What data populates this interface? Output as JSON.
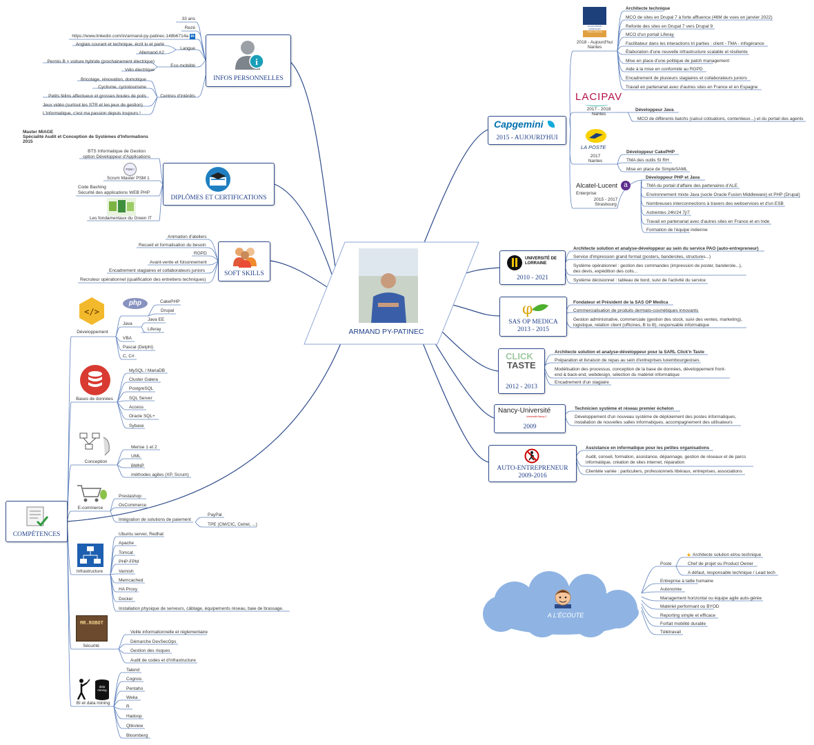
{
  "center": {
    "name": "ARMAND PY-PATINEC"
  },
  "infos": {
    "title": "INFOS PERSONNELLES",
    "age": "33 ans",
    "reze": "Rezé",
    "linkedin": "https://www.linkedin.com/in/armand-py-patinec-148b6714a",
    "langue": "Langue",
    "anglais": "Anglais courant et technique, écrit lu et parlé",
    "allemand": "Allemand A2",
    "eco": "Eco-mobilité",
    "permis": "Permis B + voiture hybride (prochainement électrique)",
    "velo": "Vélo électrique",
    "centres": "Centres d'intérêts",
    "interests": [
      "Bricolage, rénovation, domotique",
      "Cyclisme, cyclotourisme",
      "Petits félins affectueux et grosses boules de poils",
      "Jeux vidéo (surtout les STR et les jeux de gestion)",
      "L'informatique, c'est ma passion depuis toujours !"
    ]
  },
  "diplomes": {
    "title": "DIPLÔMES ET CERTIFICATIONS",
    "master": "Master MIAGE\nSpécialité Audit et Conception de Systèmes d'Informations\n2015",
    "bts": "BTS Informatique de Gestion\noption Développeur d'Applications",
    "psm": "Scrum Master PSM 1",
    "codebashing": "Code Bashing\nSécurité des applications WEB PHP",
    "green": "Les fondamentaux du Green IT",
    "psm_badge": "PSM I"
  },
  "soft": {
    "title": "SOFT SKILLS",
    "items": [
      "Animation d'ateliers",
      "Recueil et formalisation du besoin",
      "RGPD",
      "Avant-vente et foisonnement",
      "Encadrement stagiaires et collaborateurs juniors",
      "Recruteur opérationnel (qualification des entretiens techniques)"
    ]
  },
  "competences": {
    "title": "COMPÉTENCES",
    "dev": "Développement",
    "php_logo": "php",
    "php_items": [
      "CakePHP",
      "Drupal"
    ],
    "java": "Java",
    "java_items": [
      "Java EE",
      "Liferay"
    ],
    "dev_items": [
      "VBA",
      "Pascal (Delphi)",
      "C, C#"
    ],
    "bdd": "Bases de données",
    "bdd_items": [
      "MySQL / MariaDB",
      "Cluster Galera",
      "PostgreSQL",
      "SQL Server",
      "Access",
      "Oracle SQL+",
      "Sybase"
    ],
    "conception": "Conception",
    "conception_items": [
      "Merise 1 et 2",
      "UML",
      "BMNP",
      "méthodes agiles (XP, Scrum)"
    ],
    "ecommerce": "E-commerce",
    "ecommerce_items": [
      "Prestashop",
      "OsCommerce",
      "Intégration de solutions de paiement"
    ],
    "paiement_items": [
      "PayPal",
      "TPE (CM/CIC, Cetrel, ...)"
    ],
    "infra": "Infrastructure",
    "infra_items": [
      "Ubuntu server, Redhat",
      "Apache",
      "Tomcat",
      "PHP-FPM",
      "Varnish",
      "Memcached",
      "HA Proxy",
      "Docker",
      "Installation physique de serveurs, câblage, équipements réseau, baie de brassage."
    ],
    "securite": "Sécurité",
    "mrrobot": "MR.ROBOT",
    "securite_items": [
      "Veille informationnelle et réglementaire",
      "Démarche DevSecOps",
      "Gestion des risques",
      "Audit de codes et d'infrastructure"
    ],
    "bi": "BI et data mining",
    "datamining": "data mining",
    "bi_items": [
      "Talend",
      "Cognos",
      "Pentaho",
      "Weka",
      "R",
      "Hadoop",
      "Qlikview",
      "Bloomberg"
    ]
  },
  "capgemini": {
    "logo": "Capgemini",
    "period": "2015 - AUJOURD'HUI",
    "cnaf": {
      "logo1": "ALLOCATIONS FAMILIALES",
      "logo2": "Caisse nationale",
      "dates": "2018 - Aujourd'hui\nNantes",
      "role": "Architecte technique",
      "items": [
        "MCO de sites en Drupal 7 à forte affluence (46M de vues en janvier 2022)",
        "Refonte des sites en Drupal 7 vers Drupal 9",
        "MCO d'un portail Liferay",
        "Facilitateur dans les interactions tri parties : client - TMA - infogérance",
        "Élaboration d'une nouvelle infrastructure scalable et résiliente",
        "Mise en place d'une politique de patch management",
        "Aide à la mise en conformité au RGPD",
        "Encadrement de plusieurs stagiaires et collaborateurs juniors",
        "Travail en partenariat avec d'autres sites en France et en Espagne"
      ]
    },
    "cipav": {
      "logo": "LACIPAV",
      "dates": "2017 - 2018\nNantes",
      "role": "Développeur Java",
      "items": [
        "MCO de différents batchs (calcul cotisations, contentieux...) et du portail des agents"
      ]
    },
    "laposte": {
      "logo": "LA POSTE",
      "dates": "2017\nNantes",
      "role": "Développeur CakePHP",
      "items": [
        "TMA des outils SI RH",
        "Mise en place de SimpleSAML"
      ]
    },
    "alcatel": {
      "logo": "Alcatel-Lucent",
      "sub": "Enterprise",
      "dates": "2015 - 2017\nStrasbourg",
      "role": "Développeur PHP et Java",
      "items": [
        "TMA du portail d'affaire des partenaires d'ALE",
        "Environnement mixte Java (socle Oracle Fusion Middleware) et PHP (Drupal)",
        "Nombreuses interconnections à travers des webservices et d'un ESB",
        "Astreintes 24h/24 7j/7",
        "Travail en partenariat avec d'autres sites en France et en Inde",
        "Formation de l'équipe indienne"
      ]
    }
  },
  "lorraine": {
    "logo": "UNIVERSITÉ DE LORRAINE",
    "period": "2010 - 2021",
    "role": "Architecte solution et analyse-développeur au sein du service PAO (auto-entrepreneur)",
    "items": [
      "Service d'impression grand format (posters, banderoles, structures...)",
      "Système opérationnel : gestion des commandes (impression de poster, banderole...),\ndes devis, expédition des colis...",
      "Système décisionnel : tableau de bord, suivi de l'activité du service"
    ]
  },
  "opmedica": {
    "title": "SAS OP MEDICA",
    "period": "2013 - 2015",
    "role": "Fondateur et Président de la SAS OP Medica",
    "items": [
      "Commercialisation de produits dermato-cosmétiques innovants",
      "Gestion administrative, commerciale (gestion des stock, suivi des ventes, marketing),\nlogistique, relation client (officines, B to B), responsable informatique"
    ]
  },
  "clicktaste": {
    "logo1": "CLICK",
    "logo2": "TASTE",
    "period": "2012 - 2013",
    "role": "Architecte solution et analyse-développeur pour la SARL Click'n Taste",
    "items": [
      "Préparation et livraison de repas au sein d'entreprises luxembourgeoises",
      "Modélisation des processus, conception de la base de données, développement front-\nend & back-end, webdesign, sélection du matériel informatique",
      "Encadrement d'un stagiaire"
    ]
  },
  "nancy": {
    "logo": "Nancy-Université",
    "sub": "Université Nancy 2",
    "period": "2009",
    "role": "Technicien système et réseau premier échelon",
    "items": [
      "Développement d'un nouveau système de déploiement des postes informatiques,\ninstallation de nouvelles salles informatiques, accompagnement des utilisateurs"
    ]
  },
  "autoentrepreneur": {
    "title": "AUTO-ENTREPRENEUR",
    "period": "2009-2016",
    "role": "Assistance en informatique pour les petites organisations",
    "items": [
      "Audit, conseil, formation, assistance, dépannage, gestion de réseaux et de parcs\ninformatique, création de sites internet, réparation",
      "Clientèle variée : particuliers, professionnels libéraux, entreprises, associations"
    ]
  },
  "ecoute": {
    "title": "A L'ÉCOUTE",
    "poste": "Poste",
    "poste_items": [
      "Architecte solution et/ou technique",
      "Chef de projet ou Product Owner",
      "A défaut, responsable technique / Lead tech"
    ],
    "items": [
      "Entreprise à taille humaine",
      "Autonomie",
      "Management horizontal ou équipe agile auto-gérée",
      "Matériel performant ou BYOD",
      "Reporting simple et efficace",
      "Forfait mobilité durable",
      "Télétravail"
    ]
  },
  "colors": {
    "line": "#2c4a8a",
    "thin": "#5b7fbd",
    "box": "#2c4a8a",
    "cloud": "#8fb4e3",
    "title": "#1f3f8a"
  }
}
